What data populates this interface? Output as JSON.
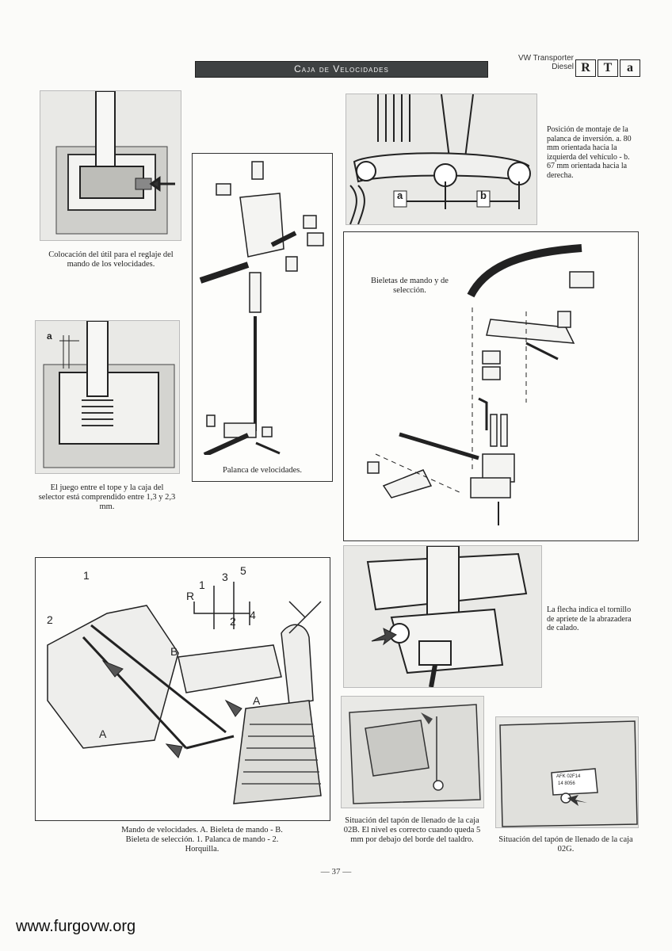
{
  "header": {
    "section_title": "Caja de Velocidades",
    "brand_line1": "VW Transporter",
    "brand_line2": "Diesel",
    "logo_letters": [
      "R",
      "T",
      "a"
    ]
  },
  "figures": {
    "tool_placement": {
      "caption": "Colocación del útil para el reglaje del mando de los velocidades."
    },
    "selector_gap": {
      "label_a": "a",
      "caption": "El juego entre el tope y la caja del selector está comprendido entre 1,3 y 2,3 mm."
    },
    "gear_lever_exploded": {
      "caption": "Palanca de velocidades."
    },
    "reversing_lever": {
      "label_a": "a",
      "label_b": "b",
      "caption": "Posición de montaje de la palanca de inversión. a. 80 mm orientada hacia la izquierda del vehículo - b. 67 mm orientada hacia la derecha."
    },
    "linkages": {
      "caption": "Bieletas de mando y de selección."
    },
    "gear_control": {
      "labels": [
        "1",
        "2",
        "A",
        "A",
        "B"
      ],
      "shift_pattern": [
        "R",
        "1",
        "2",
        "3",
        "4",
        "5"
      ],
      "caption": "Mando de velocidades. A. Bieleta de mando - B. Bieleta de selección. 1. Palanca de mando - 2. Horquilla."
    },
    "clamp_screw": {
      "caption": "La flecha indica el tornillo de apriete de la abrazadera de calado."
    },
    "filler_02b": {
      "caption": "Situación del tapón de llenado de la caja 02B. El nivel es correcto cuando queda 5 mm por debajo del borde del taaldro."
    },
    "filler_02g": {
      "plate_line1": "AFK 02F14",
      "plate_line2": "14 8056",
      "caption": "Situación del tapón de llenado de la caja 02G."
    }
  },
  "footer": {
    "page_number": "— 37 —",
    "website": "www.furgovw.org"
  }
}
